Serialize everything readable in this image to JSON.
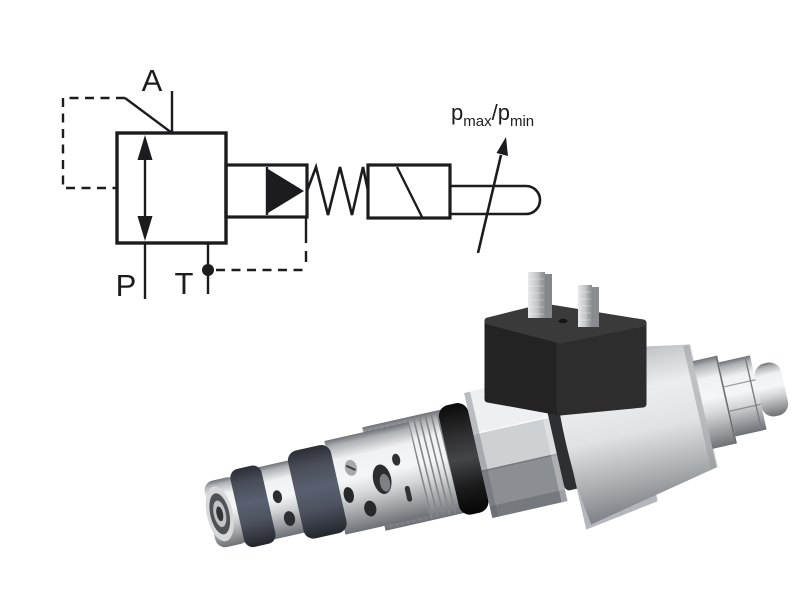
{
  "figure": {
    "description": "Proportional pressure reducing cartridge valve: hydraulic symbol and product render",
    "background_color": "#ffffff"
  },
  "schematic": {
    "line_color": "#1c1c1e",
    "port_labels": {
      "a": "A",
      "p": "P",
      "t": "T"
    },
    "pressure_label": {
      "base1": "p",
      "sub1": "max",
      "base2": "/p",
      "sub2": "min"
    }
  },
  "render": {
    "oring_color": "#5a6070",
    "seal_color": "#434549",
    "connector_top_color": "#3a3a3b",
    "connector_left_color": "#232323",
    "connector_right_color": "#2d2d2e",
    "metal_highlight": "#f5f6f7",
    "metal_shadow": "#6d7074"
  }
}
